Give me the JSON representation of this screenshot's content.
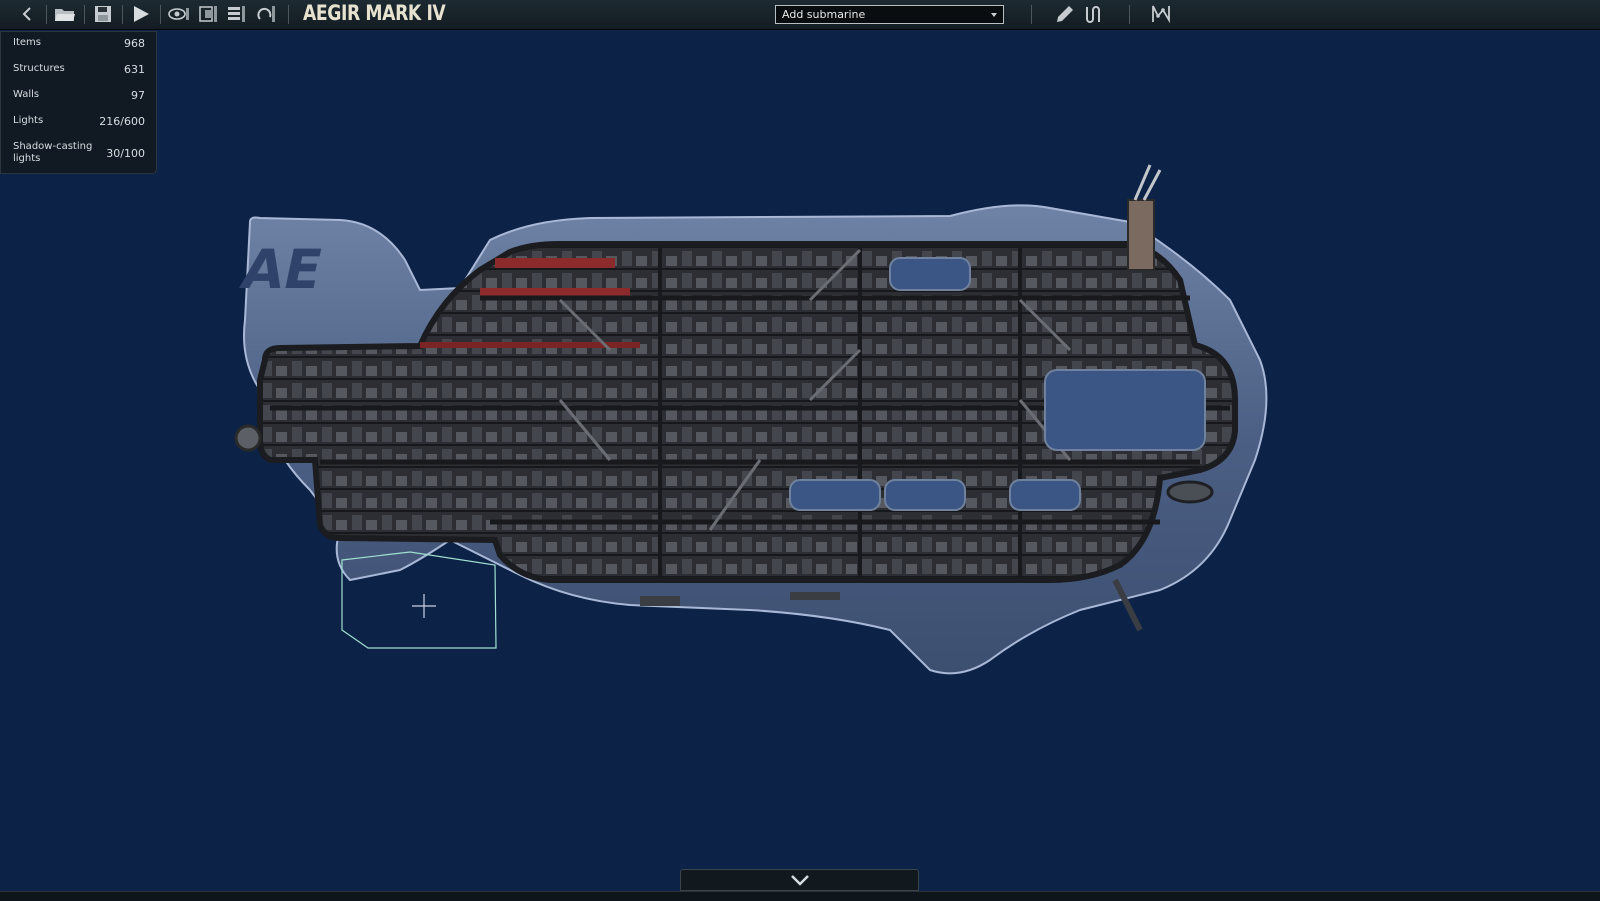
{
  "toolbar": {
    "title": "AEGIR MARK IV",
    "add_submarine_label": "Add submarine",
    "icons": [
      "back-arrow-icon",
      "folder-open-icon",
      "save-icon",
      "play-icon",
      "visibility-icon",
      "layers-icon",
      "list-icon",
      "undo-icon",
      "pencil-icon",
      "wiring-icon",
      "waypoint-icon"
    ]
  },
  "stats": {
    "items_label": "Items",
    "items_value": "968",
    "structures_label": "Structures",
    "structures_value": "631",
    "walls_label": "Walls",
    "walls_value": "97",
    "lights_label": "Lights",
    "lights_value": "216/600",
    "shadow_label": "Shadow-casting lights",
    "shadow_value": "30/100"
  },
  "hull_logo": "AE",
  "colors": {
    "background": "#0c2247",
    "hull": "#4a5f86",
    "interior": "#2a2c30",
    "accent_red": "#8c2b2b",
    "selection": "#9fe0d0"
  }
}
